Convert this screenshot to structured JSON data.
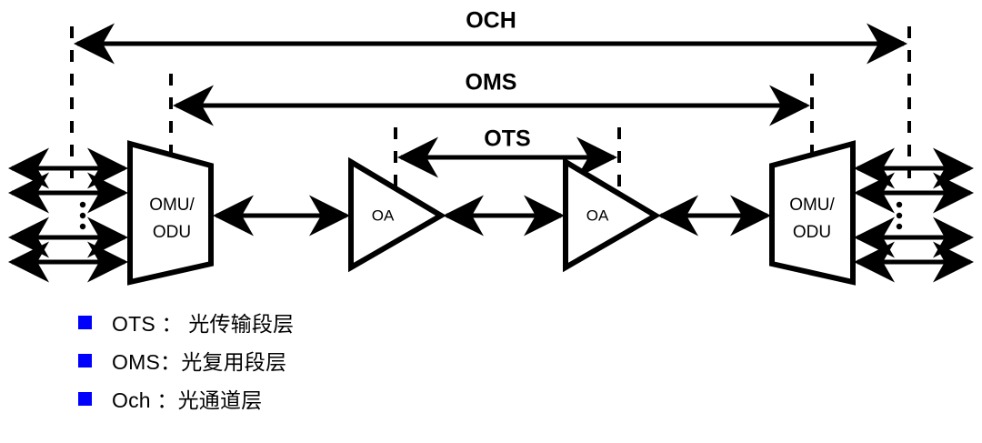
{
  "diagram": {
    "title": "WDM optical layer hierarchy diagram",
    "spans": [
      {
        "id": "och",
        "label": "OCH"
      },
      {
        "id": "oms",
        "label": "OMS"
      },
      {
        "id": "ots",
        "label": "OTS"
      }
    ],
    "nodes": [
      {
        "id": "mux-left",
        "line1": "OMU/",
        "line2": "ODU"
      },
      {
        "id": "amp-left",
        "label": "OA"
      },
      {
        "id": "amp-right",
        "label": "OA"
      },
      {
        "id": "mux-right",
        "line1": "OMU/",
        "line2": "ODU"
      }
    ],
    "colors": {
      "line": "#000000",
      "bullet": "#0000ff",
      "background": "#ffffff"
    }
  },
  "legend": {
    "items": [
      {
        "term": "OTS",
        "separator": " ： ",
        "description": "光传输段层",
        "full": "OTS ： 光传输段层"
      },
      {
        "term": "OMS",
        "separator": "：",
        "description": "光复用段层",
        "full": "OMS：光复用段层"
      },
      {
        "term": "Och",
        "separator": " ：",
        "description": "光通道层",
        "full": "Och ：光通道层"
      }
    ]
  }
}
